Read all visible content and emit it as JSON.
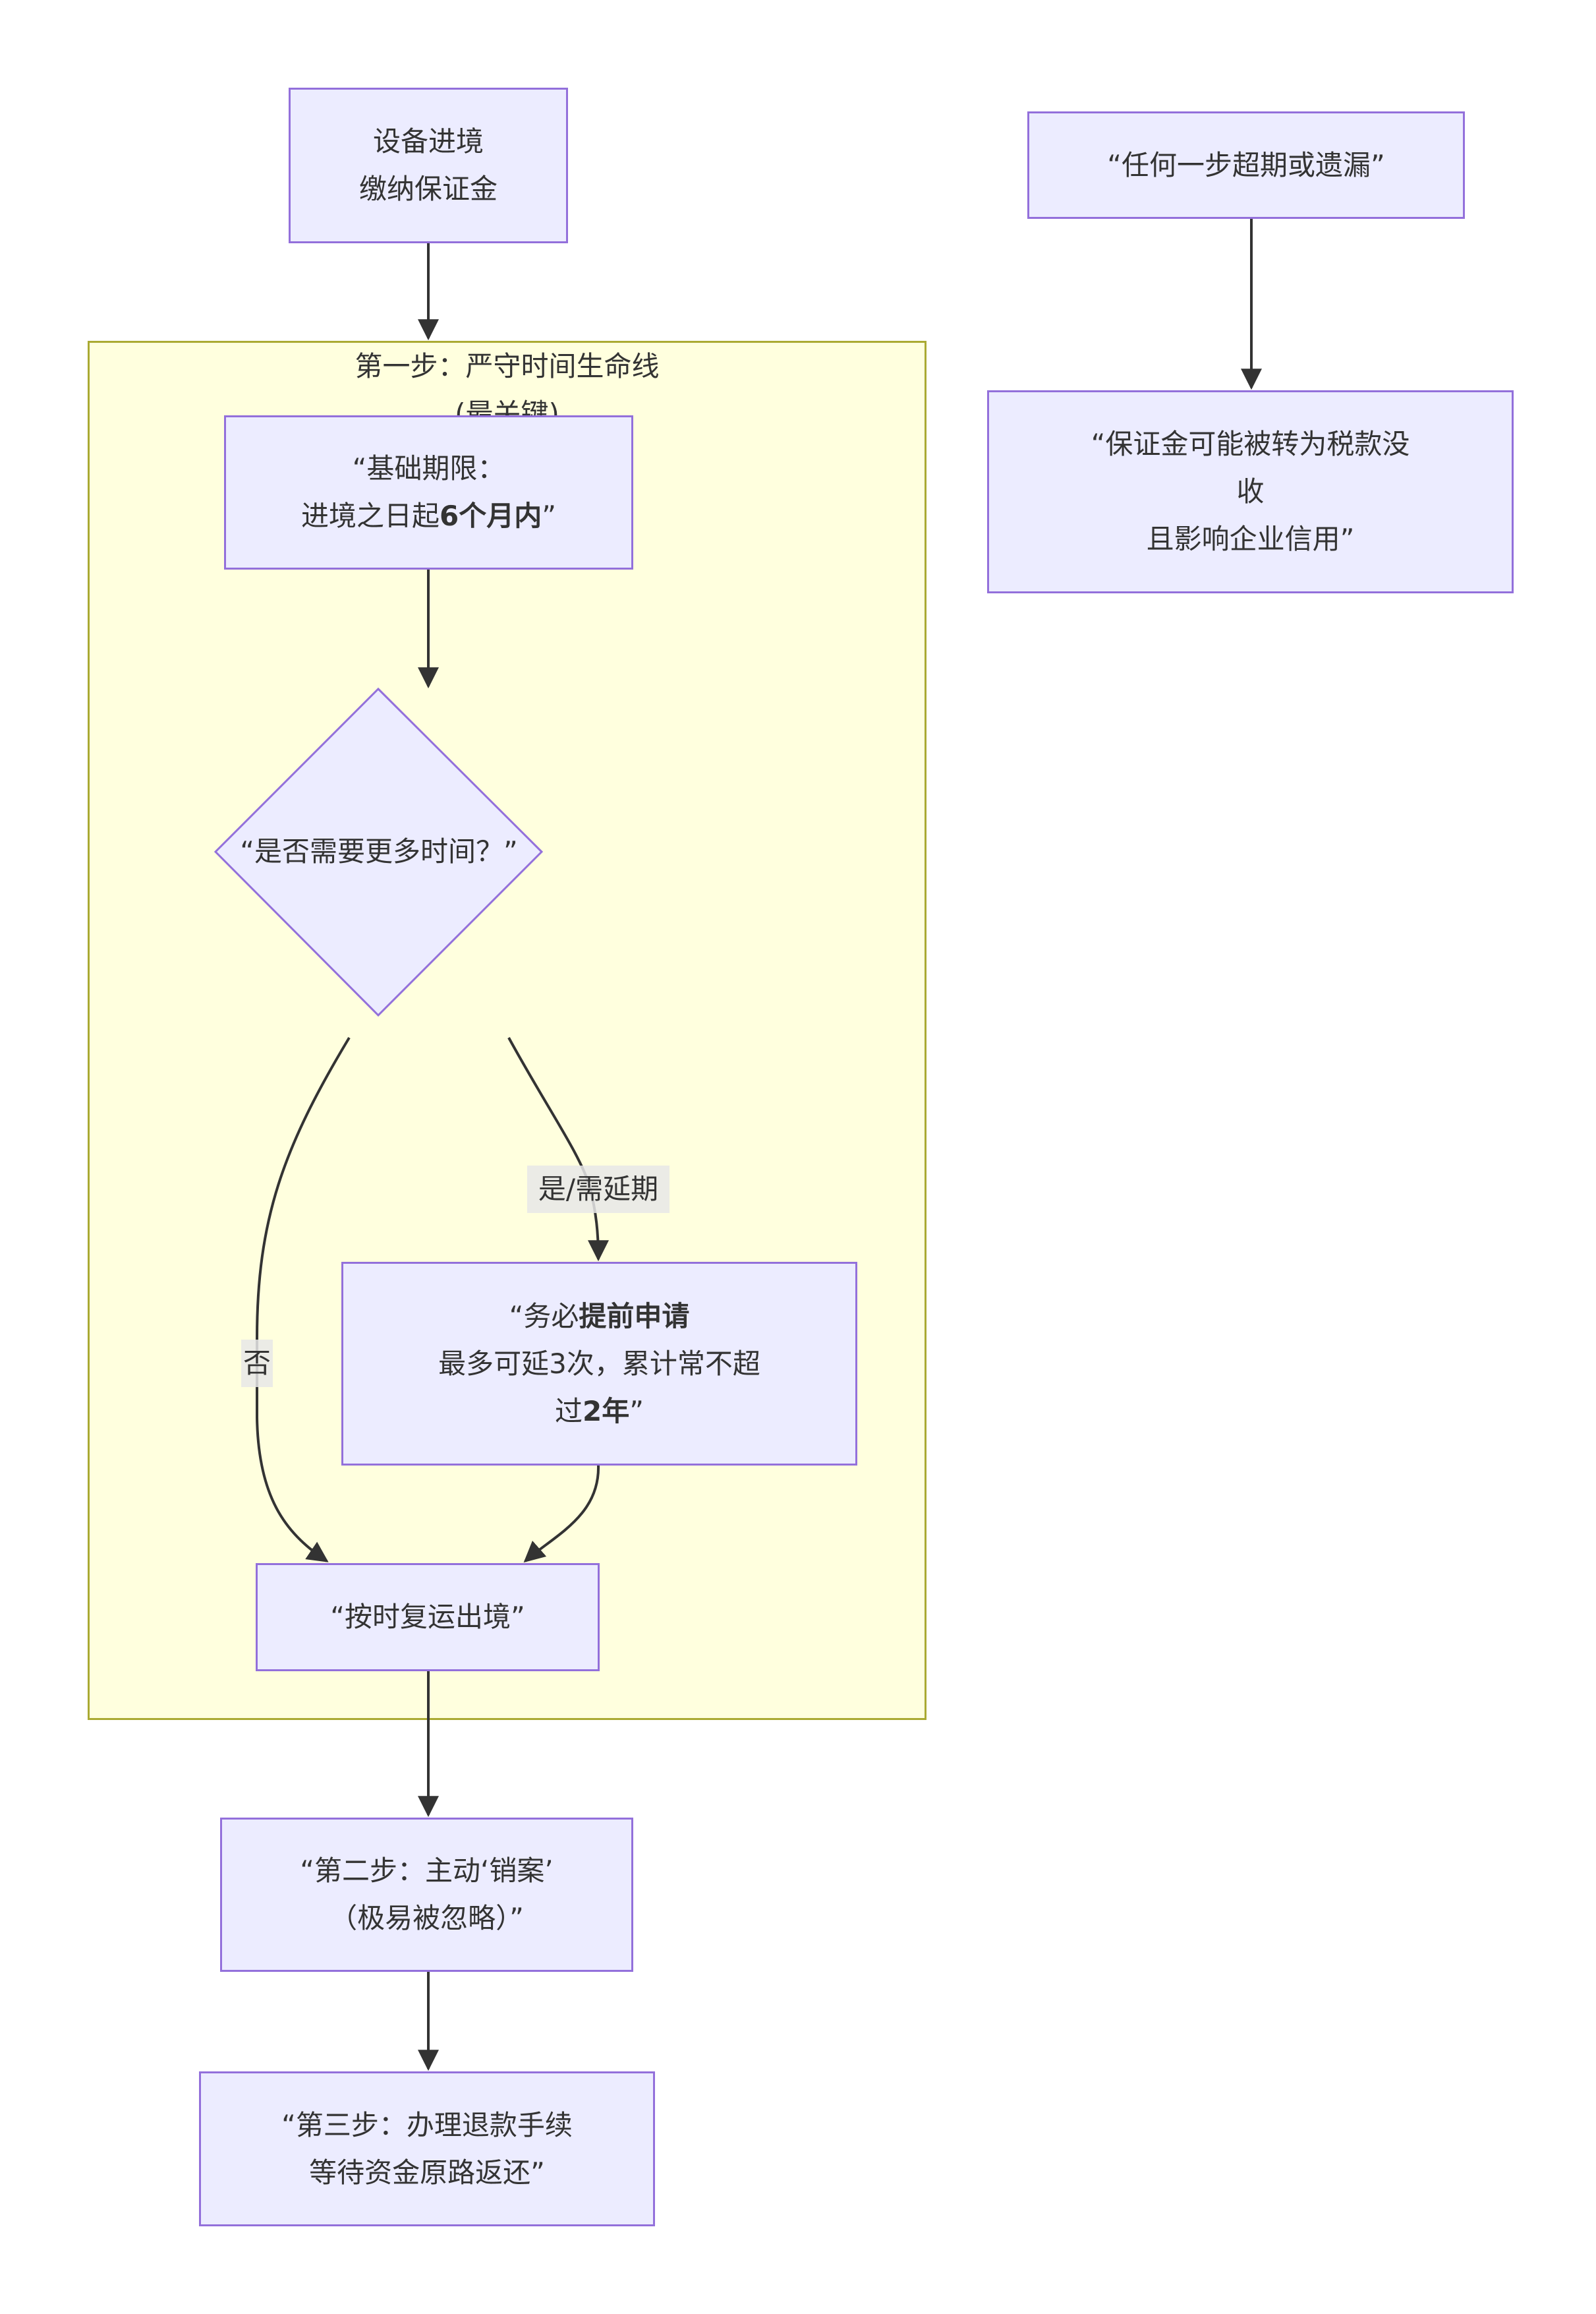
{
  "colors": {
    "node_fill": "#ececff",
    "node_stroke": "#9370db",
    "subgraph_fill": "#ffffde",
    "subgraph_stroke": "#aaaa33",
    "edge": "#333333",
    "text": "#333333"
  },
  "subgraph": {
    "title_line1": "第一步：严守时间生命线",
    "title_line2": "(最关键)"
  },
  "nodes": {
    "start": {
      "line1": "设备进境",
      "line2": "缴纳保证金"
    },
    "base_period": {
      "line1": "“基础期限：",
      "line2_pre": "进境之日起",
      "line2_bold": "6个月内",
      "line2_post": "”"
    },
    "decision": {
      "text": "“是否需要更多时间？”"
    },
    "extension": {
      "line1_pre": "“务必",
      "line1_bold": "提前申请",
      "line2": "最多可延3次，累计常不超",
      "line3_pre": "过",
      "line3_bold": "2年",
      "line3_post": "”"
    },
    "reexport": {
      "text": "“按时复运出境”"
    },
    "step2": {
      "line1": "“第二步：主动‘销案’",
      "line2": "（极易被忽略）”"
    },
    "step3": {
      "line1": "“第三步：办理退款手续",
      "line2": "等待资金原路返还”"
    },
    "risk": {
      "text": "“任何一步超期或遗漏”"
    },
    "consequence": {
      "line1": "“保证金可能被转为税款没",
      "line2": "收",
      "line3": "且影响企业信用”"
    }
  },
  "edge_labels": {
    "yes": "是/需延期",
    "no": "否"
  }
}
